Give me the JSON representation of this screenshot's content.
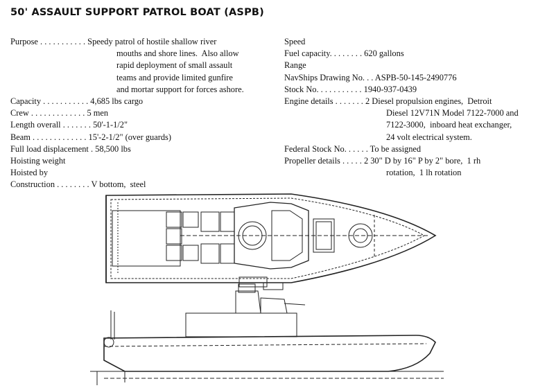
{
  "title": "50' ASSAULT SUPPORT PATROL BOAT (ASPB)",
  "left_specs": [
    {
      "label": "Purpose . . . . . . . . . . . ",
      "value": "Speedy patrol of hostile shallow river",
      "cont": [
        "mouths and shore lines.  Also allow",
        "rapid deployment of small assault",
        "teams and provide limited gunfire",
        "and mortar support for forces ashore."
      ]
    },
    {
      "label": "Capacity . . . . . . . . . . . ",
      "value": "4,685 lbs cargo",
      "cont": []
    },
    {
      "label": "Crew . . . . . . . . . . . . . ",
      "value": "5 men",
      "cont": []
    },
    {
      "label": "Length overall . . . . . . . ",
      "value": "50'-1-1/2\"",
      "cont": []
    },
    {
      "label": "Beam . . . . . . . . . . . . . ",
      "value": "15'-2-1/2\" (over guards)",
      "cont": []
    },
    {
      "label": "Full load displacement . ",
      "value": "58,500 lbs",
      "cont": []
    },
    {
      "label": "Hoisting weight",
      "value": "",
      "cont": []
    },
    {
      "label": "Hoisted by",
      "value": "",
      "cont": []
    },
    {
      "label": "Construction . . . . . . . . ",
      "value": "V bottom,  steel",
      "cont": []
    }
  ],
  "right_specs": [
    {
      "label": "Speed",
      "value": "",
      "cont": []
    },
    {
      "label": "Fuel capacity. . . . . . . . ",
      "value": "620 gallons",
      "cont": []
    },
    {
      "label": "Range",
      "value": "",
      "cont": []
    },
    {
      "label": "NavShips Drawing No. . . ",
      "value": "ASPB-50-145-2490776",
      "cont": []
    },
    {
      "label": "Stock No. . . . . . . . . . . ",
      "value": "1940-937-0439",
      "cont": []
    },
    {
      "label": "Engine details . . . . . . . ",
      "value": "2 Diesel propulsion engines,  Detroit",
      "cont": [
        "Diesel 12V71N Model 7122-7000 and",
        "7122-3000,  inboard heat exchanger,",
        "24 volt electrical system."
      ]
    },
    {
      "label": "Federal Stock No. . . . . . ",
      "value": "To be assigned",
      "cont": []
    },
    {
      "label": "Propeller details . . . . . ",
      "value": "2 30\" D by 16\" P by 2\" bore,  1 rh",
      "cont": [
        "rotation,  1 lh rotation"
      ]
    }
  ],
  "drawing": {
    "colors": {
      "line": "#222222"
    },
    "views": [
      "plan-view",
      "profile-view"
    ]
  }
}
